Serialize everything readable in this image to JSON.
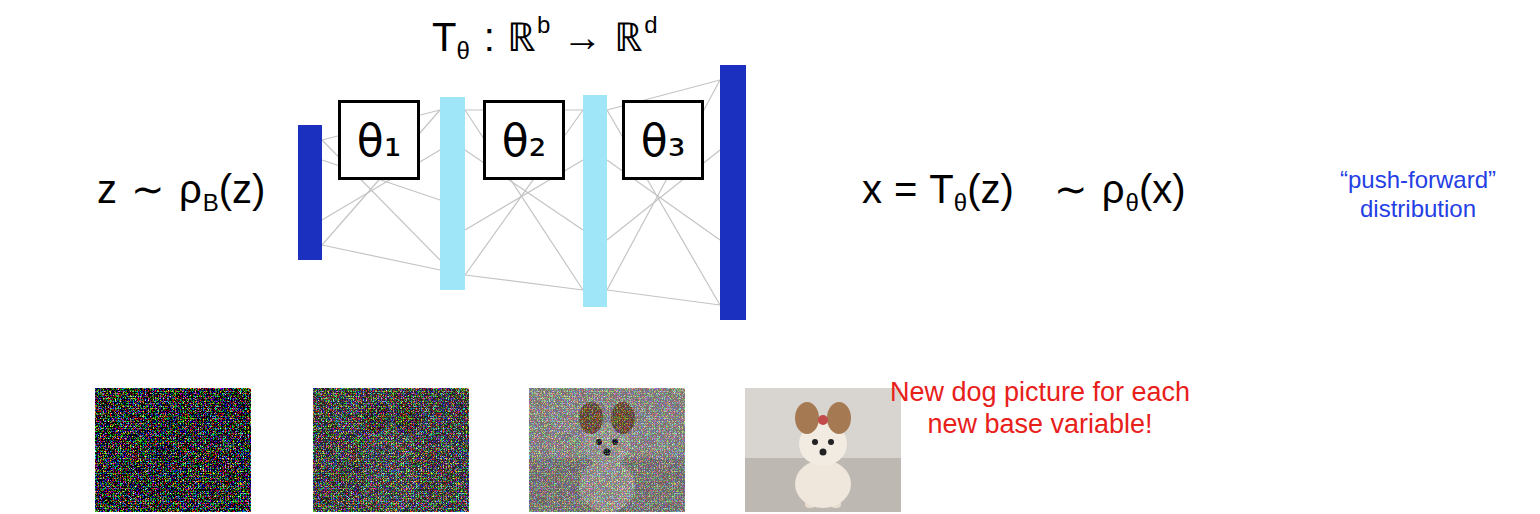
{
  "diagram": {
    "nodes": [
      {
        "text": [
          "θ₁"
        ]
      },
      {
        "text": [
          "θ₂"
        ]
      },
      {
        "text": [
          "θ₃"
        ]
      }
    ],
    "labels": [
      "T",
      "θ",
      ":",
      "ℝ",
      "b",
      "→",
      "ℝ",
      "d",
      "z",
      "∼",
      "ρ",
      "B",
      "(z)",
      "x",
      "=",
      "T",
      "θ",
      "(z)",
      "∼",
      "ρ",
      "θ",
      "(x)",
      "“push-forward” distribution",
      "New dog picture for each new base variable!"
    ]
  }
}
